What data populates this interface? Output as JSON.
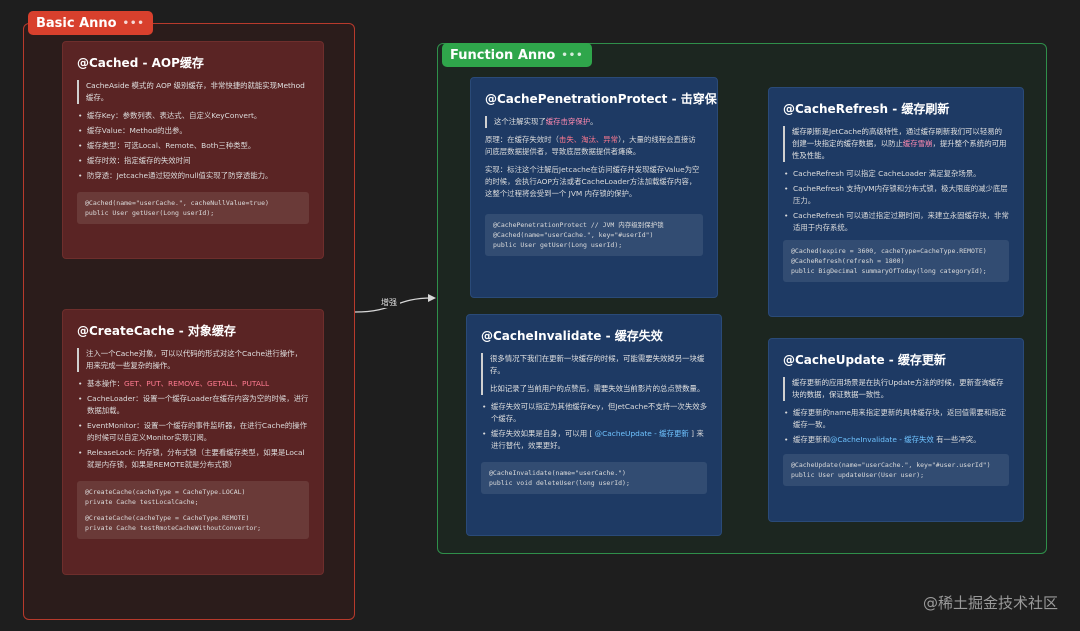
{
  "groups": {
    "basic": {
      "label": "Basic Anno",
      "dots": "•••"
    },
    "func": {
      "label": "Function Anno",
      "dots": "•••"
    }
  },
  "arrow_label": "增强",
  "watermark": "@稀土掘金技术社区",
  "cached": {
    "title": "@Cached - AOP缓存",
    "lead": "CacheAside 模式的 AOP 级别缓存，非常快捷的就能实现Method缓存。",
    "items": [
      "缓存Key：参数列表、表达式、自定义KeyConvert。",
      "缓存Value：Method的出参。",
      "缓存类型：可选Local、Remote、Both三种类型。",
      "缓存时效：指定缓存的失效时间",
      "防穿透：Jetcache通过短效的null值实现了防穿透能力。"
    ],
    "code_1": "@Cached(name=\"userCache.\", cacheNullValue=true)",
    "code_2": "public User getUser(Long userId);"
  },
  "create": {
    "title": "@CreateCache - 对象缓存",
    "lead": "注入一个Cache对象，可以以代码的形式对这个Cache进行操作，用来完成一些复杂的操作。",
    "item_1_prefix": "基本操作：",
    "item_1_ops": "GET、PUT、REMOVE、GETALL、PUTALL",
    "item_2": "CacheLoader：设置一个缓存Loader在缓存内容为空的时候，进行数据加载。",
    "item_3": "EventMonitor：设置一个缓存的事件监听器，在进行Cache的操作的时候可以自定义Monitor实现订阅。",
    "item_4": "ReleaseLock: 内存锁，分布式锁（主要看缓存类型，如果是Local就是内存锁，如果是REMOTE就是分布式锁）",
    "code_1": "@CreateCache(cacheType = CacheType.LOCAL)",
    "code_2": "private Cache testLocalCache;",
    "code_3": "@CreateCache(cacheType = CacheType.REMOTE)",
    "code_4": "private Cache testRmoteCacheWithoutConvertor;"
  },
  "penetration": {
    "title": "@CachePenetrationProtect - 击穿保护",
    "lead_prefix": "这个注解实现了",
    "lead_hl": "缓存击穿保护",
    "lead_suffix": "。",
    "p1_prefix": "原理：在缓存失效时（",
    "p1_hl": "击失、淘汰、异常",
    "p1_suffix": "），大量的线程会直接访问底层数据提供者，导致底层数据提供者瘫痪。",
    "p2": "实现：标注这个注解后Jetcache在访问缓存并发现缓存Value为空的时候，会执行AOP方法或者CacheLoader方法加载缓存内容，这整个过程将会受到一个 JVM 内存锁的保护。",
    "code_1": "@CachePenetrationProtect // JVM 内存级别保护锁",
    "code_2": "@Cached(name=\"userCache.\", key=\"#userId\")",
    "code_3": "public User getUser(Long userId);"
  },
  "refresh": {
    "title": "@CacheRefresh - 缓存刷新",
    "lead_prefix": "缓存刷新是JetCache的高级特性，通过缓存刷新我们可以轻易的创建一块指定的缓存数据，以防止",
    "lead_hl": "缓存雪崩",
    "lead_suffix": "，提升整个系统的可用性及性能。",
    "items": [
      "CacheRefresh 可以指定 CacheLoader 满足复杂场景。",
      "CacheRefresh 支持JVM内存锁和分布式锁，极大限度的减少底层压力。",
      "CacheRefresh 可以通过指定过期时间，来建立永固缓存块，非常适用于内存系统。"
    ],
    "code_1": "@Cached(expire = 3600, cacheType=CacheType.REMOTE)",
    "code_2": "@CacheRefresh(refresh = 1800)",
    "code_3": "public BigDecimal summaryOfToday(long categoryId);"
  },
  "invalidate": {
    "title": "@CacheInvalidate - 缓存失效",
    "lead_1": "很多情况下我们在更新一块缓存的时候，可能需要失效掉另一块缓存。",
    "lead_2": "比如记录了当前用户的点赞后，需要失效当前影片的总点赞数量。",
    "item_1": "缓存失效可以指定为其他缓存Key，但JetCache不支持一次失效多个缓存。",
    "item_2_prefix": "缓存失效如果是自身，可以用 [ ",
    "item_2_hl": "@CacheUpdate - 缓存更新",
    "item_2_suffix": " ] 来进行替代，效果更好。",
    "code_1": "@CacheInvalidate(name=\"userCache.\")",
    "code_2": "public void deleteUser(long userId);"
  },
  "update": {
    "title": "@CacheUpdate - 缓存更新",
    "lead": "缓存更新的应用场景是在执行Update方法的时候，更新查询缓存块的数据，保证数据一致性。",
    "item_1": "缓存更新的name用来指定更新的具体缓存块，返回值需要和指定缓存一致。",
    "item_2_prefix": "缓存更新和",
    "item_2_hl": "@CacheInvalidate - 缓存失效",
    "item_2_suffix": " 有一些冲突。",
    "code_1": "@CacheUpdate(name=\"userCache.\", key=\"#user.userId\")",
    "code_2": "public User updateUser(User user);"
  },
  "colors": {
    "basic_border": "#b83a2c",
    "func_border": "#2f8f4a",
    "red_card": "#5a2424",
    "blue_card": "#1e3a64",
    "highlight": "#ff7a90",
    "link": "#6fc3ff"
  }
}
